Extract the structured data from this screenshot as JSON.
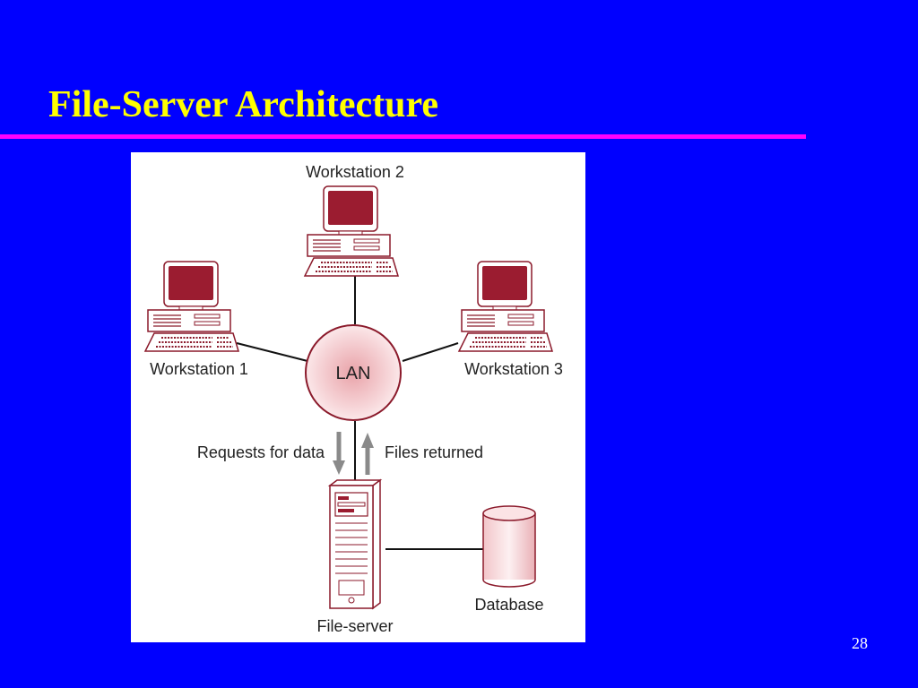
{
  "slide": {
    "title": "File-Server Architecture",
    "page_number": "28"
  },
  "colors": {
    "background": "#0000ff",
    "title": "#ffff00",
    "rule": "#ff00ff",
    "device_outline": "#8b1a2b",
    "screen_fill": "#9b1c30"
  },
  "diagram": {
    "hub_label": "LAN",
    "workstations": [
      {
        "label": "Workstation 1"
      },
      {
        "label": "Workstation 2"
      },
      {
        "label": "Workstation 3"
      }
    ],
    "server_label": "File-server",
    "database_label": "Database",
    "request_label": "Requests for data",
    "response_label": "Files returned"
  }
}
